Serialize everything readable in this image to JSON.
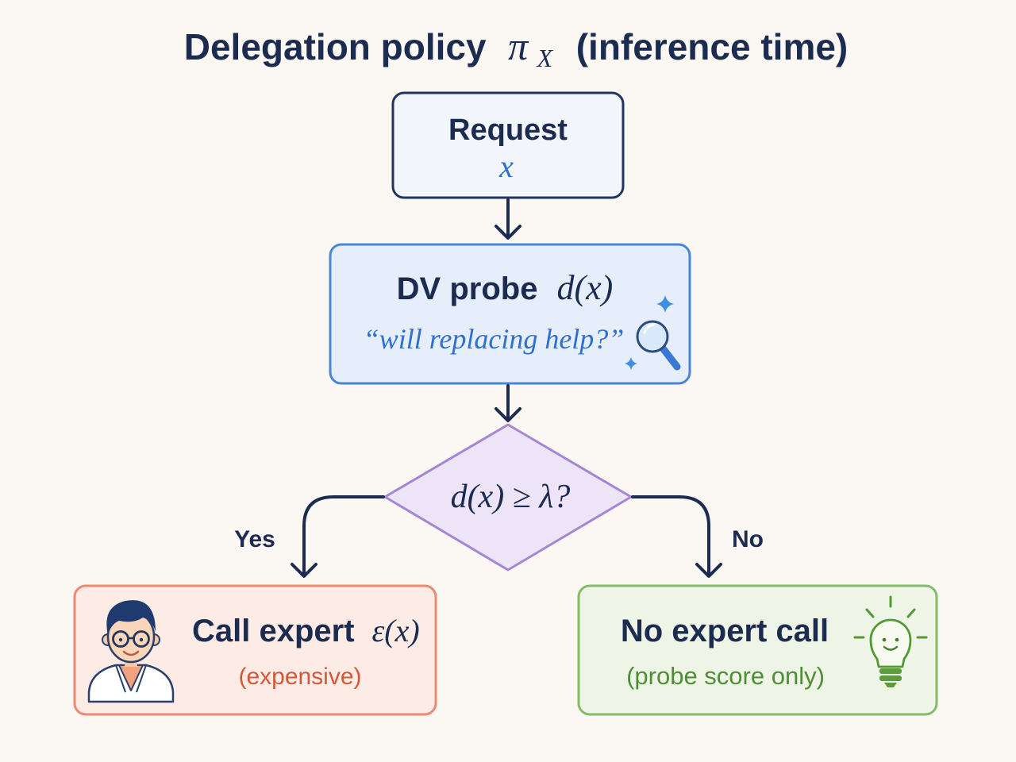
{
  "title": {
    "main": "Delegation policy",
    "symbol": "π",
    "subscript": "X",
    "suffix": "(inference time)"
  },
  "nodes": {
    "request": {
      "label": "Request",
      "variable": "x"
    },
    "probe": {
      "label": "DV probe",
      "function": "d(x)",
      "question": "“will replacing help?”",
      "icons": [
        "magnifier-icon",
        "sparkle-icon"
      ]
    },
    "decision": {
      "condition": "d(x) ≥ λ?"
    },
    "expert": {
      "label": "Call expert",
      "function": "ε(x)",
      "note": "(expensive)",
      "icon": "scientist-avatar-icon"
    },
    "no_expert": {
      "label": "No expert call",
      "note": "(probe score only)",
      "icon": "lightbulb-icon"
    }
  },
  "edges": {
    "yes": {
      "label": "Yes"
    },
    "no": {
      "label": "No"
    }
  },
  "colors": {
    "background": "#fbf8f3",
    "ink": "#1c2b50",
    "accent_blue": "#2f6fd0",
    "request_border": "#22355f",
    "request_fill": "#f2f5fb",
    "probe_border": "#4a86d8",
    "probe_fill": "#e5eefa",
    "decision_border": "#a685d6",
    "decision_fill": "#ede5f7",
    "expert_border": "#ea8a72",
    "expert_fill": "#fcece5",
    "expert_note": "#d5573b",
    "no_expert_border": "#84bd66",
    "no_expert_fill": "#eef5e6",
    "no_expert_note": "#4e8f36"
  }
}
